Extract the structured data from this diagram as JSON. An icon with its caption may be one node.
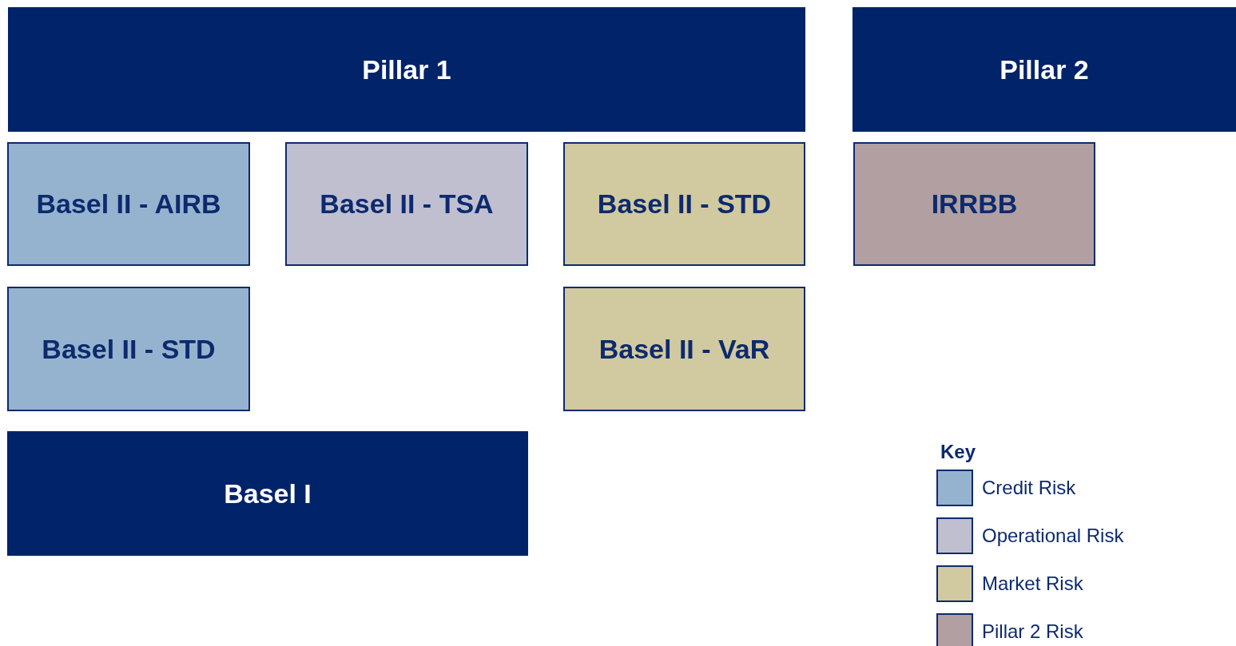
{
  "diagram": {
    "nodes": [
      {
        "text": [
          "Pillar 1"
        ]
      },
      {
        "text": [
          "Pillar 2"
        ]
      },
      {
        "text": [
          "Basel II - AIRB"
        ]
      },
      {
        "text": [
          "Basel II - TSA"
        ]
      },
      {
        "text": [
          "Basel II - STD"
        ]
      },
      {
        "text": [
          "IRRBB"
        ]
      },
      {
        "text": [
          "Basel II - STD"
        ]
      },
      {
        "text": [
          "Basel II - VaR"
        ]
      },
      {
        "text": [
          "Basel I"
        ]
      }
    ],
    "labels": [
      "Key"
    ],
    "legend": [
      {
        "text": "Credit Risk",
        "color": "#95b3cf"
      },
      {
        "text": "Operational Risk",
        "color": "#c0bfd0"
      },
      {
        "text": "Market Risk",
        "color": "#d1c9a0"
      },
      {
        "text": "Pillar 2 Risk",
        "color": "#b19fa1"
      }
    ]
  }
}
